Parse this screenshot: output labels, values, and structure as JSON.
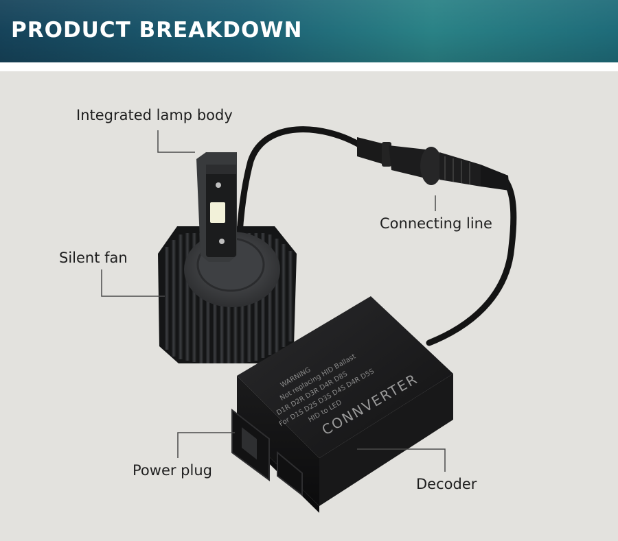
{
  "banner": {
    "title": "PRODUCT BREAKDOWN"
  },
  "labels": {
    "lamp_body": "Integrated lamp body",
    "connecting_line": "Connecting line",
    "silent_fan": "Silent fan",
    "power_plug": "Power plug",
    "decoder": "Decoder"
  },
  "decoder_box": {
    "brand": "CONNVERTER",
    "line1": "HID to LED",
    "line2": "For D1S D2S D3S D4S D4R D5S",
    "line3": "D1R D2R D3R D4R D8S",
    "line4": "Not replacing HID Ballast",
    "line5": "WARNING"
  },
  "colors": {
    "banner_start": "#16435a",
    "banner_end": "#2a8286",
    "background": "#e3e2de"
  }
}
